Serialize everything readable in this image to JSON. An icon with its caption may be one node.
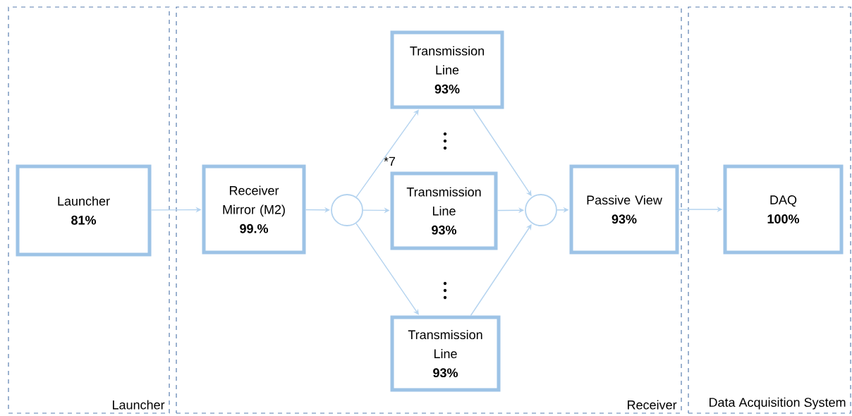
{
  "diagram": {
    "nodes": [
      {
        "text": [
          "Launcher"
        ]
      },
      {
        "text": [
          "Receiver"
        ]
      },
      {
        "text": [
          "Data Acquisition System"
        ]
      },
      {
        "text": [
          "Launcher",
          "81%"
        ],
        "in": 0
      },
      {
        "text": [
          "Receiver Mirror (M2)",
          "99.%"
        ],
        "in": 1
      },
      {
        "text": [],
        "shape": "circle",
        "in": 1
      },
      {
        "text": [
          "Transmission Line",
          "93%"
        ],
        "in": 1
      },
      {
        "text": [
          "Transmission Line",
          "93%"
        ],
        "in": 1,
        "beside": [
          "*7"
        ]
      },
      {
        "text": [
          "Transmission Line",
          "93%"
        ],
        "in": 1
      },
      {
        "text": [],
        "shape": "circle",
        "in": 1
      },
      {
        "text": [
          "Passive View",
          "93%"
        ],
        "in": 1
      },
      {
        "text": [
          "DAQ",
          "100%"
        ],
        "in": 2
      }
    ],
    "edges": [
      {
        "from": 3,
        "to": 4,
        "arrow": "to"
      },
      {
        "from": 4,
        "to": 5,
        "arrow": "to"
      },
      {
        "from": 5,
        "to": 6,
        "arrow": "to"
      },
      {
        "from": 5,
        "to": 7,
        "arrow": "to"
      },
      {
        "from": 5,
        "to": 8,
        "arrow": "to"
      },
      {
        "from": 6,
        "to": 9,
        "arrow": "to"
      },
      {
        "from": 7,
        "to": 9,
        "arrow": "to"
      },
      {
        "from": 8,
        "to": 9,
        "arrow": "to"
      },
      {
        "from": 9,
        "to": 10,
        "arrow": "to"
      },
      {
        "from": 10,
        "to": 11,
        "arrow": "to"
      }
    ]
  }
}
